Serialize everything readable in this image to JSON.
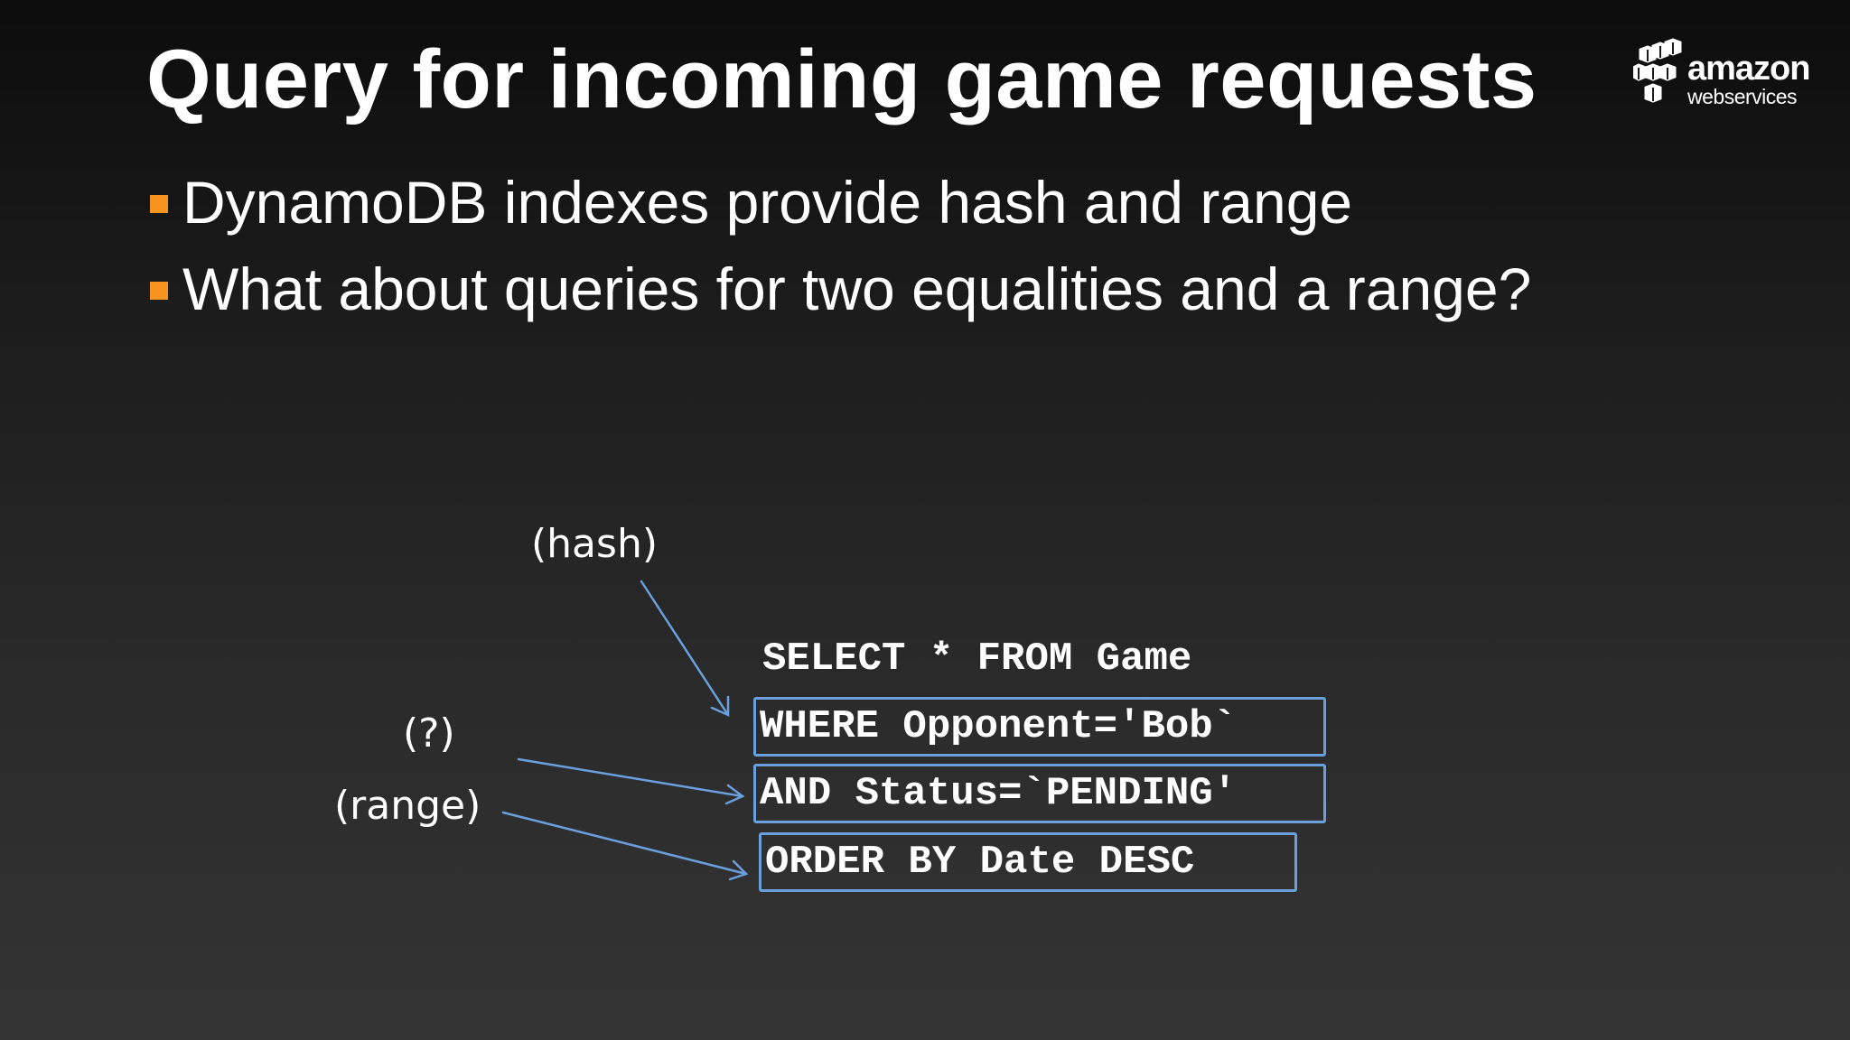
{
  "slide": {
    "title": "Query for incoming game requests",
    "logo": {
      "wordmark": "amazon",
      "tagline": "webservices"
    },
    "bullets": [
      "DynamoDB indexes provide hash and range",
      "What about queries for two equalities and a range?"
    ],
    "annotations": {
      "hash": "(hash)",
      "question": "(?)",
      "range": "(range)"
    },
    "sql": {
      "select": "SELECT * FROM Game",
      "where": "WHERE Opponent='Bob`",
      "and": "AND Status=`PENDING'",
      "order": "ORDER BY Date DESC"
    }
  },
  "colors": {
    "bullet_marker": "#f7931e",
    "box_and_arrows": "#6a9fde",
    "text": "#ffffff"
  }
}
